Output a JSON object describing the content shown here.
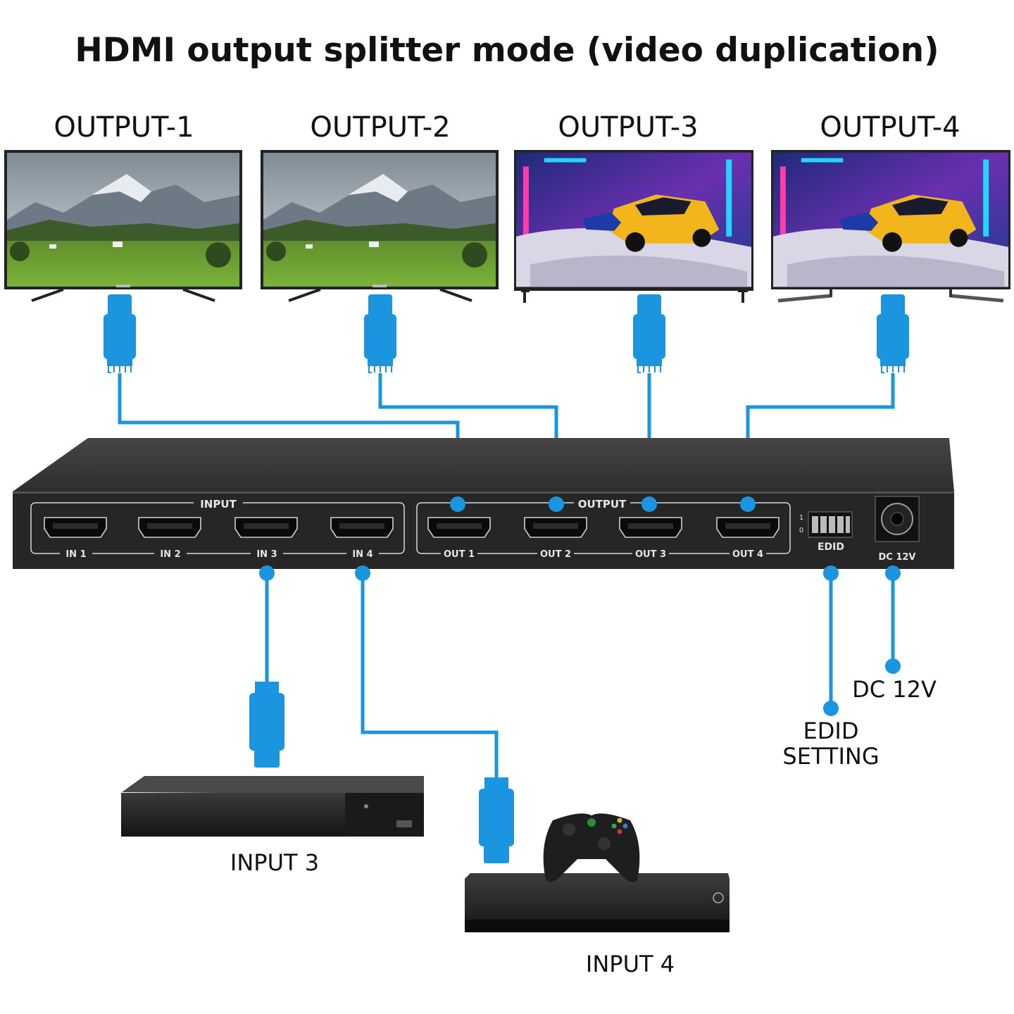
{
  "title": "HDMI output splitter mode (video duplication)",
  "outputs": [
    {
      "label": "OUTPUT-1",
      "scene": "landscape"
    },
    {
      "label": "OUTPUT-2",
      "scene": "landscape"
    },
    {
      "label": "OUTPUT-3",
      "scene": "race-car"
    },
    {
      "label": "OUTPUT-4",
      "scene": "race-car"
    }
  ],
  "device": {
    "input_group_label": "INPUT",
    "output_group_label": "OUTPUT",
    "input_ports": [
      "IN 1",
      "IN 2",
      "IN 3",
      "IN 4"
    ],
    "output_ports": [
      "OUT 1",
      "OUT 2",
      "OUT 3",
      "OUT 4"
    ],
    "edid_label": "EDID",
    "dip_marks": [
      "1",
      "0"
    ],
    "dc_label": "DC 12V"
  },
  "callouts": {
    "dc": "DC 12V",
    "edid_line1": "EDID",
    "edid_line2": "SETTING"
  },
  "sources": {
    "input3_label": "INPUT 3",
    "input4_label": "INPUT 4"
  },
  "colors": {
    "cable": "#1b95e0",
    "device_body": "#262626",
    "device_top": "#3a3a3a",
    "tv_frame": "#222222"
  }
}
